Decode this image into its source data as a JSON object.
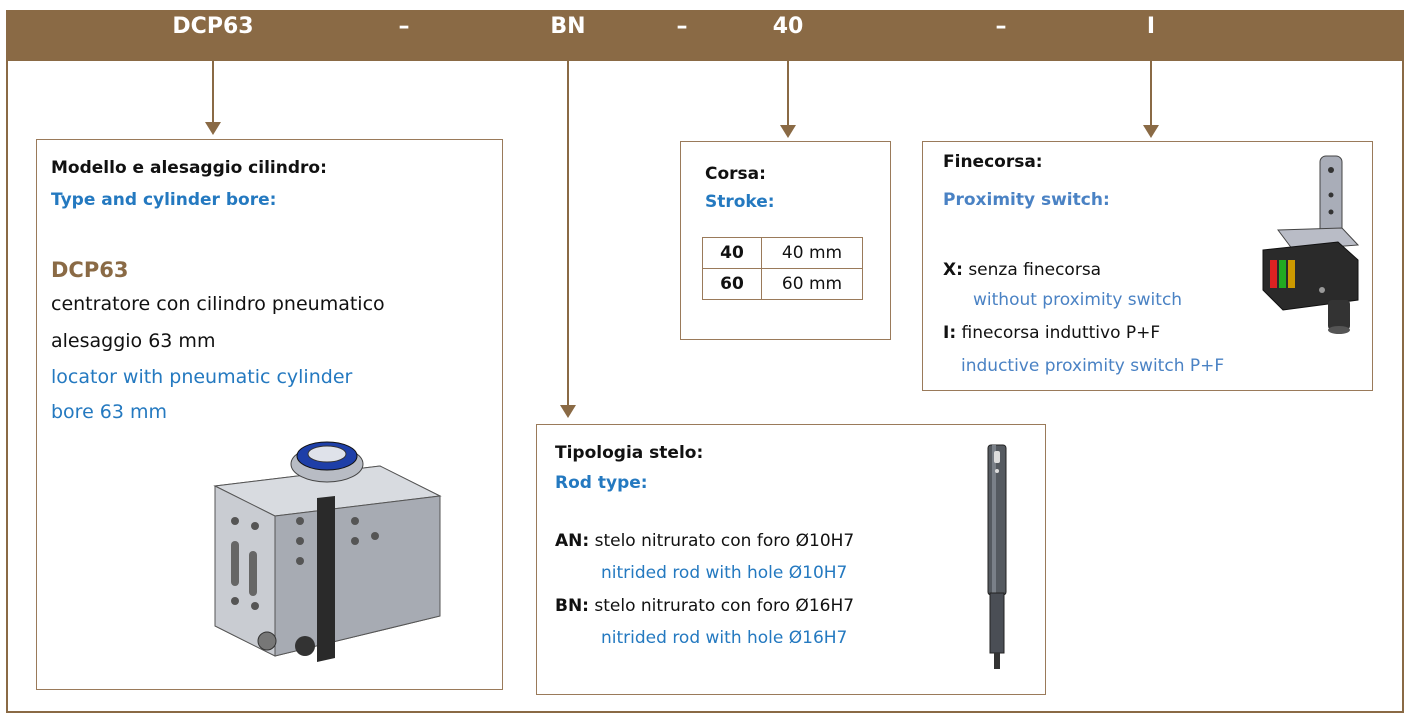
{
  "header": {
    "code1": "DCP63",
    "sep1": "–",
    "code2": "BN",
    "sep2": "–",
    "code3": "40",
    "sep3": "–",
    "code4": "I"
  },
  "type_box": {
    "label_it": "Modello e alesaggio cilindro:",
    "label_en": "Type and cylinder bore:",
    "model": "DCP63",
    "desc_it_1": "centratore con cilindro pneumatico",
    "desc_it_2": "alesaggio 63 mm",
    "desc_en_1": "locator with pneumatic cylinder",
    "desc_en_2": "bore 63 mm",
    "image_icon": "cylinder-locator-image"
  },
  "stroke_box": {
    "label_it": "Corsa:",
    "label_en": "Stroke:",
    "rows": [
      {
        "code": "40",
        "value": "40 mm"
      },
      {
        "code": "60",
        "value": "60 mm"
      }
    ]
  },
  "switch_box": {
    "label_it": "Finecorsa:",
    "label_en": "Proximity switch:",
    "opt1_code": "X:",
    "opt1_it": "senza finecorsa",
    "opt1_en": "without proximity switch",
    "opt2_code": "I:",
    "opt2_it": "finecorsa induttivo P+F",
    "opt2_en": "inductive proximity switch P+F",
    "image_icon": "proximity-switch-image"
  },
  "rod_box": {
    "label_it": "Tipologia stelo:",
    "label_en": "Rod type:",
    "opt1_code": "AN:",
    "opt1_it": "stelo nitrurato con foro Ø10H7",
    "opt1_en": "nitrided rod with hole Ø10H7",
    "opt2_code": "BN:",
    "opt2_it": "stelo nitrurato con foro Ø16H7",
    "opt2_en": "nitrided rod with hole Ø16H7",
    "image_icon": "rod-image"
  },
  "colors": {
    "brown": "#8a6a45",
    "blue": "#2479c0",
    "light_blue": "#4a82c4"
  }
}
